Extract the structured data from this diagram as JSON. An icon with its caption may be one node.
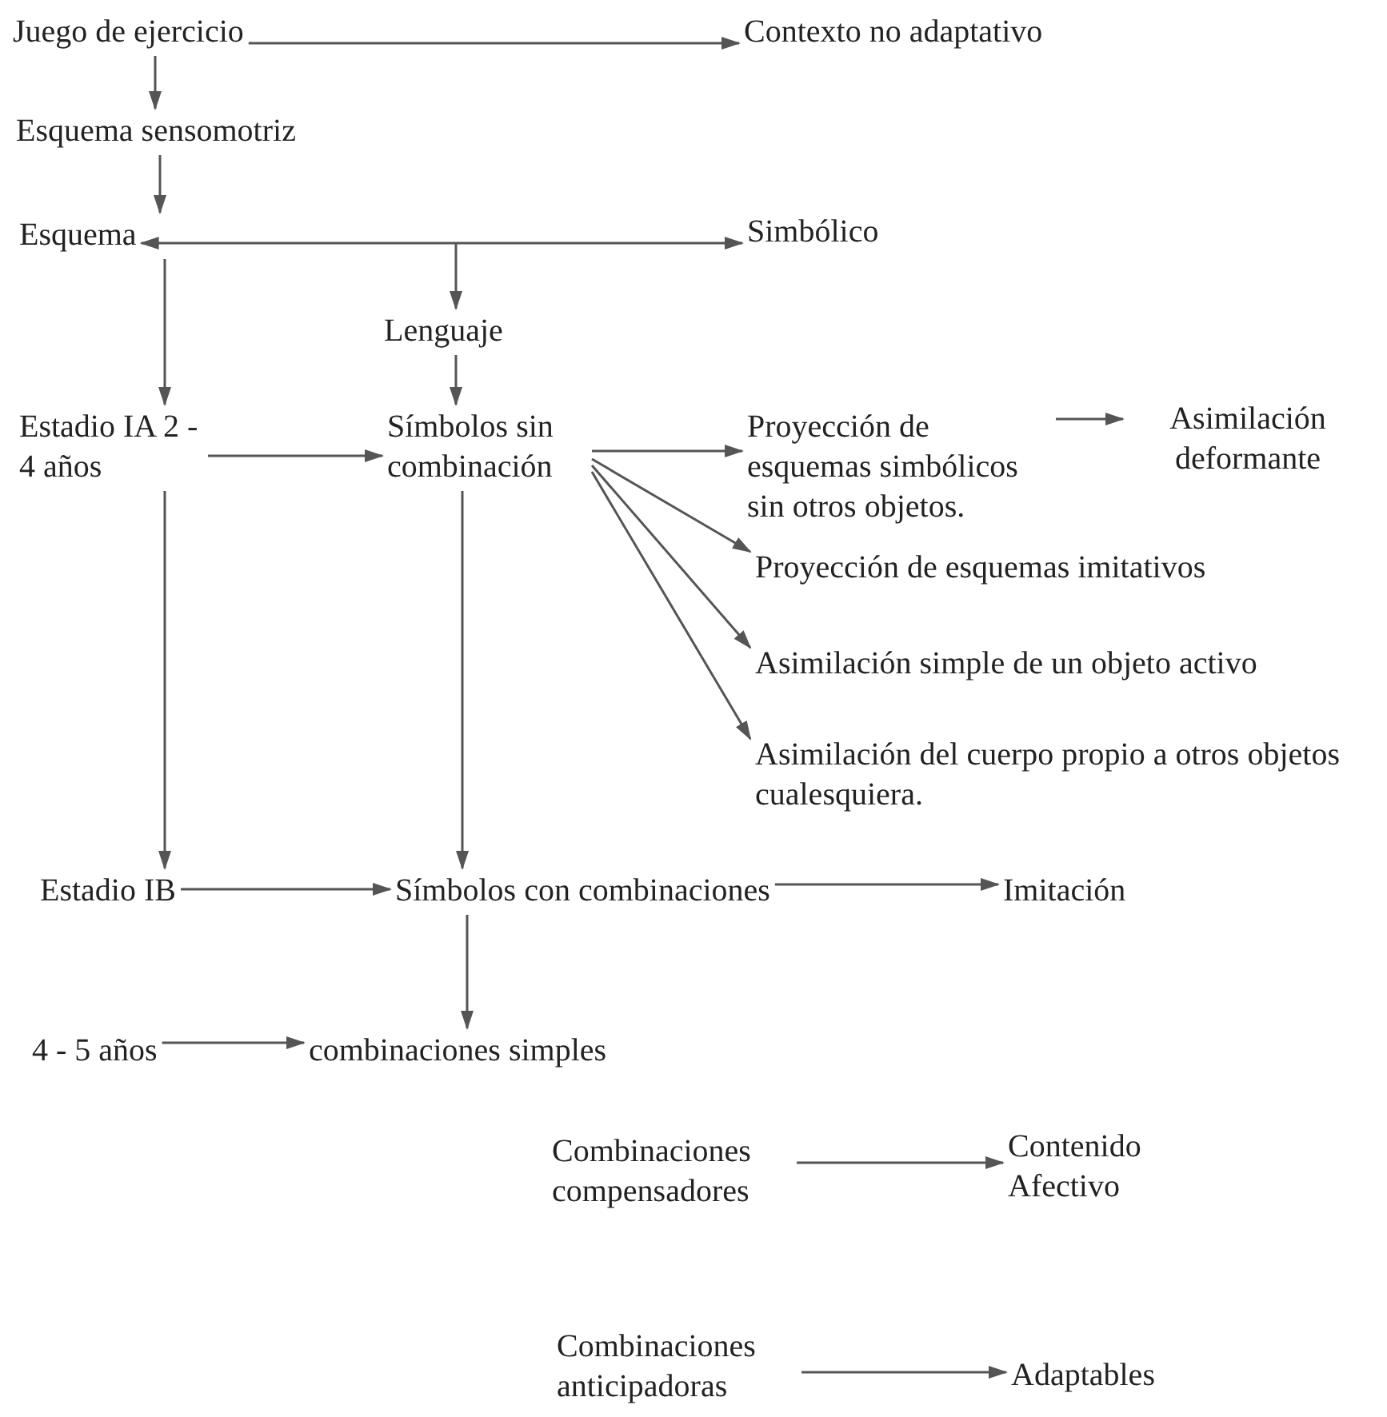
{
  "diagram": {
    "nodes": [
      {
        "text": [
          "Juego de ejercicio"
        ]
      },
      {
        "text": [
          "Contexto no adaptativo"
        ]
      },
      {
        "text": [
          "Esquema sensomotriz"
        ]
      },
      {
        "text": [
          "Esquema"
        ]
      },
      {
        "text": [
          "Simbólico"
        ]
      },
      {
        "text": [
          "Lenguaje"
        ]
      },
      {
        "text": [
          "Estadio IA 2 - 4 años"
        ]
      },
      {
        "text": [
          "Símbolos sin combinación"
        ]
      },
      {
        "text": [
          "Proyección de esquemas simbólicos sin otros objetos."
        ]
      },
      {
        "text": [
          "Asimilación deformante"
        ]
      },
      {
        "text": [
          "Proyección de esquemas imitativos"
        ]
      },
      {
        "text": [
          "Asimilación simple de un objeto activo"
        ]
      },
      {
        "text": [
          "Asimilación del cuerpo propio a otros objetos cualesquiera."
        ]
      },
      {
        "text": [
          "Estadio IB"
        ]
      },
      {
        "text": [
          "Símbolos con combinaciones"
        ]
      },
      {
        "text": [
          "Imitación"
        ]
      },
      {
        "text": [
          "4 - 5 años"
        ]
      },
      {
        "text": [
          "combinaciones simples"
        ]
      },
      {
        "text": [
          "Combinaciones compensadores"
        ]
      },
      {
        "text": [
          "Contenido Afectivo"
        ]
      },
      {
        "text": [
          "Combinaciones anticipadoras"
        ]
      },
      {
        "text": [
          "Adaptables"
        ]
      }
    ],
    "edges": [
      {
        "from": 0,
        "to": 1,
        "arrow": "to"
      },
      {
        "from": 0,
        "to": 2,
        "arrow": "to"
      },
      {
        "from": 2,
        "to": 3,
        "arrow": "to"
      },
      {
        "from": 3,
        "to": 4,
        "arrow": "both"
      },
      {
        "from": null,
        "to": 5,
        "arrow": "to"
      },
      {
        "from": 3,
        "to": 6,
        "arrow": "to"
      },
      {
        "from": 5,
        "to": 7,
        "arrow": "to"
      },
      {
        "from": 6,
        "to": 7,
        "arrow": "to"
      },
      {
        "from": 7,
        "to": 8,
        "arrow": "to"
      },
      {
        "from": 8,
        "to": 9,
        "arrow": "to"
      },
      {
        "from": 7,
        "to": 10,
        "arrow": "to"
      },
      {
        "from": 7,
        "to": 11,
        "arrow": "to"
      },
      {
        "from": 7,
        "to": 12,
        "arrow": "to"
      },
      {
        "from": 6,
        "to": 13,
        "arrow": "to"
      },
      {
        "from": 7,
        "to": 14,
        "arrow": "to"
      },
      {
        "from": 13,
        "to": 14,
        "arrow": "to"
      },
      {
        "from": 14,
        "to": 15,
        "arrow": "to"
      },
      {
        "from": 14,
        "to": 17,
        "arrow": "to"
      },
      {
        "from": 16,
        "to": 17,
        "arrow": "to"
      },
      {
        "from": 18,
        "to": 19,
        "arrow": "to"
      },
      {
        "from": 20,
        "to": 21,
        "arrow": "to"
      }
    ]
  }
}
